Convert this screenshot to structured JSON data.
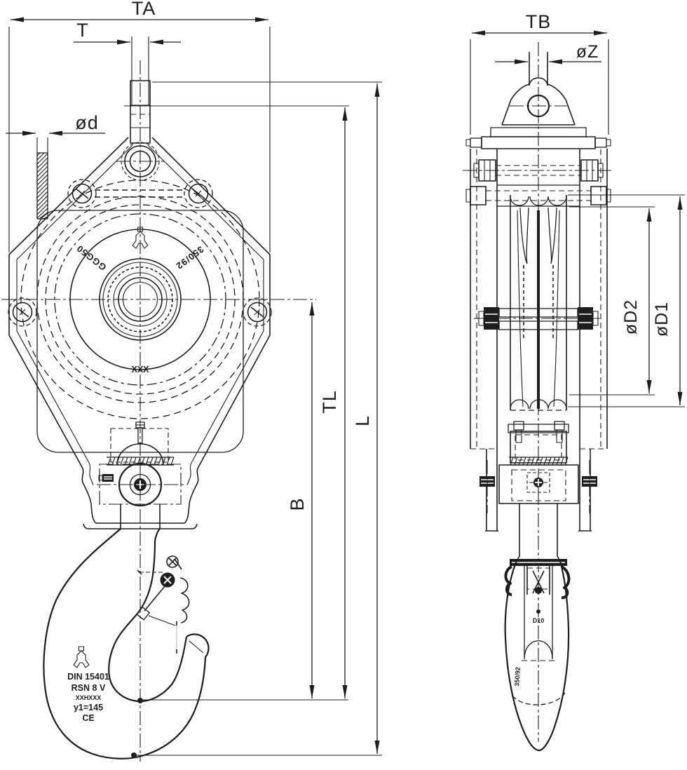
{
  "drawing": {
    "background": "#ffffff",
    "line_color": "#1d1d1b",
    "dimension_labels": {
      "ta": "TA",
      "t": "T",
      "d": "ød",
      "b": "B",
      "tl": "TL",
      "l": "L",
      "tb": "TB",
      "z": "øZ",
      "d2": "øD2",
      "d1": "øD1"
    },
    "front_view": {
      "cast_mark_left": "GGG50",
      "cast_mark_right": "350/92",
      "sheave_mark": "XXX",
      "hook_markings": [
        "DIN 15401",
        "RSN 8 V",
        "XXHXXX",
        "y1=145",
        "CE"
      ]
    },
    "side_view": {
      "latch_mark": "D10",
      "shank_mark": "350/92"
    }
  }
}
